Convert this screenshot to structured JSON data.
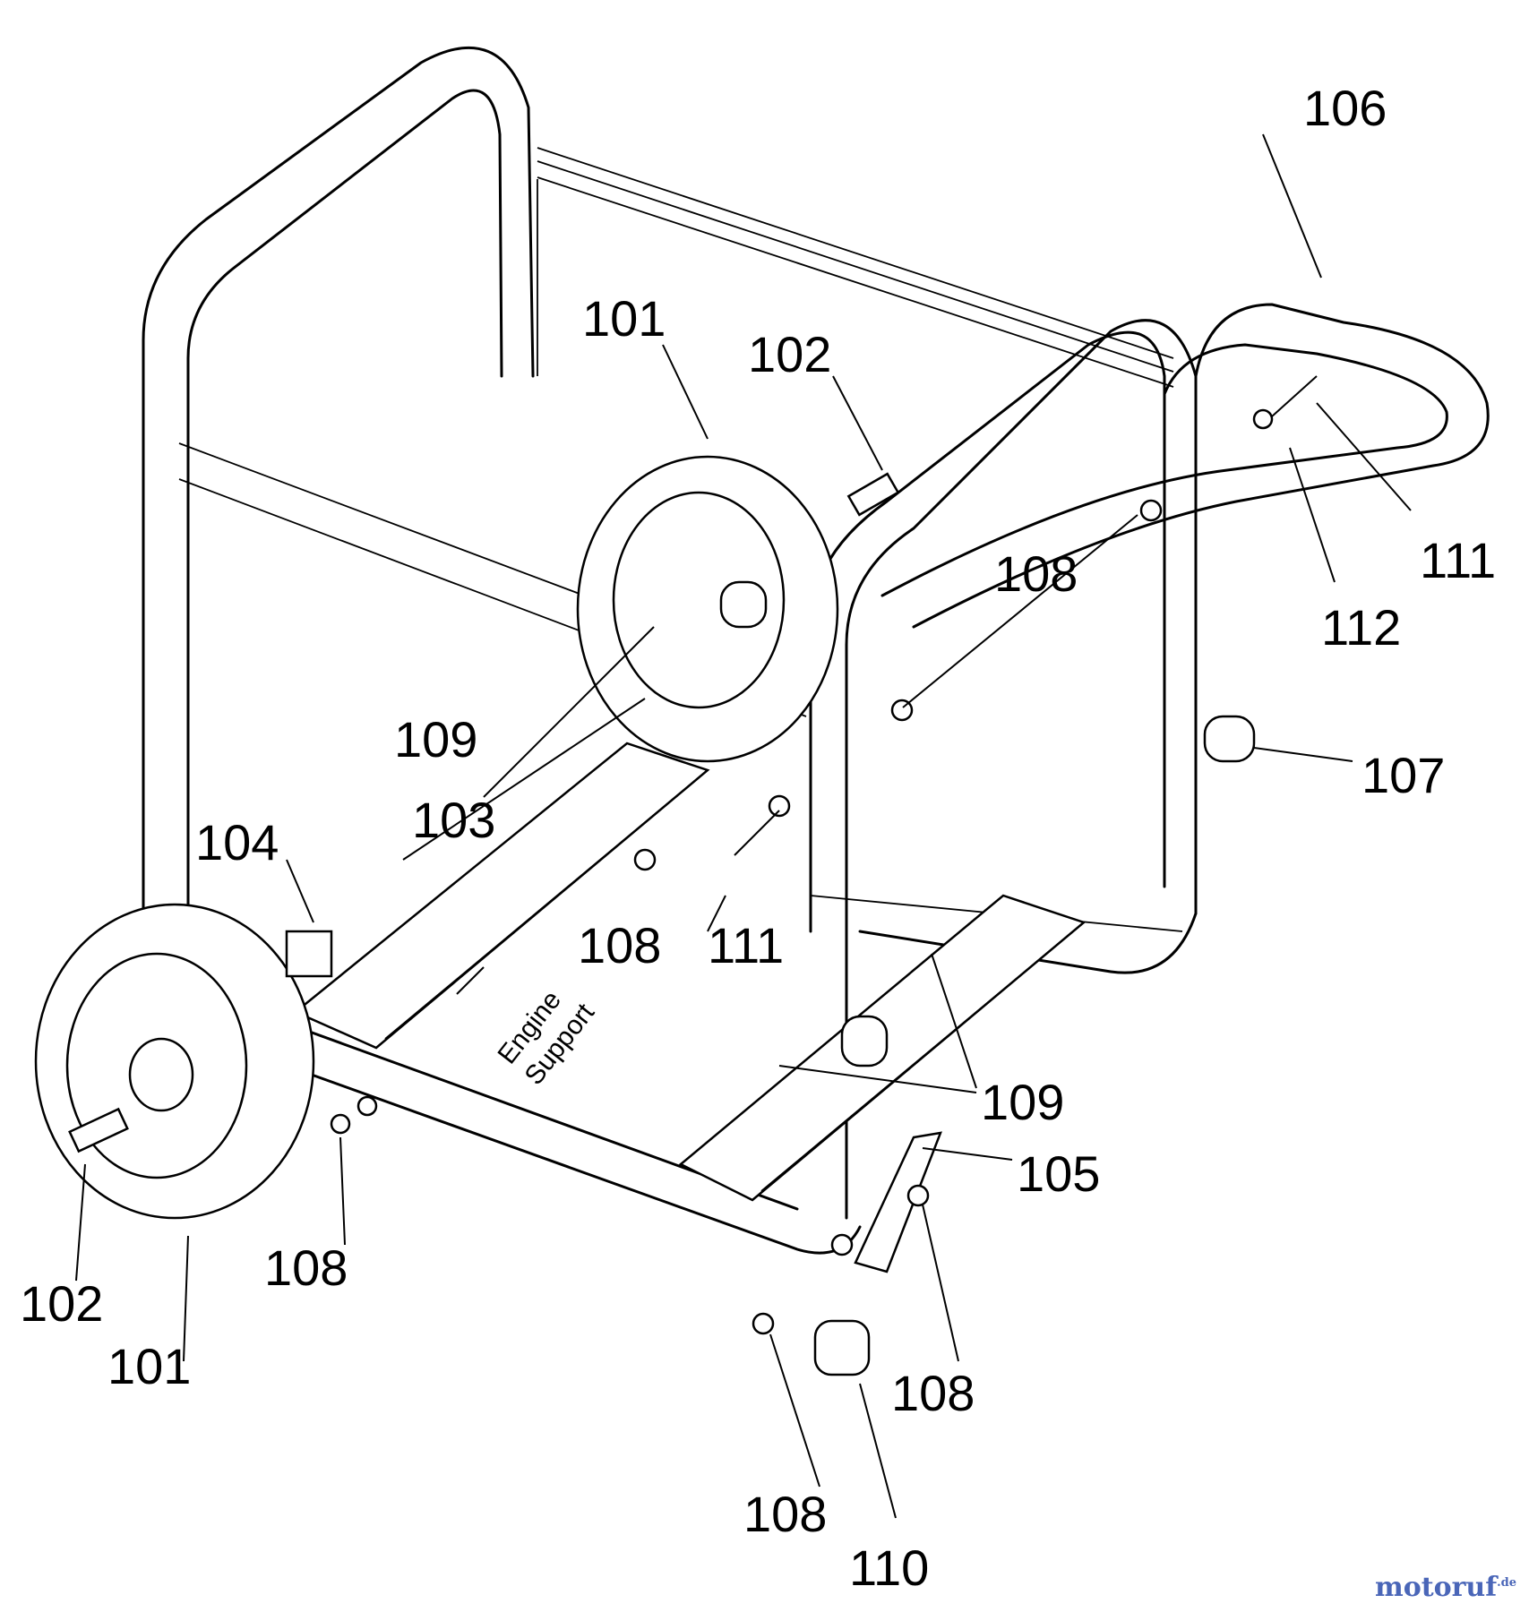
{
  "callouts": [
    {
      "id": "c106",
      "text": "106"
    },
    {
      "id": "c101a",
      "text": "101"
    },
    {
      "id": "c102a",
      "text": "102"
    },
    {
      "id": "c108a",
      "text": "108"
    },
    {
      "id": "c111a",
      "text": "111"
    },
    {
      "id": "c112",
      "text": "112"
    },
    {
      "id": "c107",
      "text": "107"
    },
    {
      "id": "c109a",
      "text": "109"
    },
    {
      "id": "c103",
      "text": "103"
    },
    {
      "id": "c104",
      "text": "104"
    },
    {
      "id": "c108b",
      "text": "108"
    },
    {
      "id": "c111b",
      "text": "111"
    },
    {
      "id": "c109b",
      "text": "109"
    },
    {
      "id": "c105",
      "text": "105"
    },
    {
      "id": "c102b",
      "text": "102"
    },
    {
      "id": "c101b",
      "text": "101"
    },
    {
      "id": "c108c",
      "text": "108"
    },
    {
      "id": "c108d",
      "text": "108"
    },
    {
      "id": "c108e",
      "text": "108"
    },
    {
      "id": "c110",
      "text": "110"
    }
  ],
  "engine_support_label": {
    "line1": "Engine",
    "line2": "Support"
  },
  "watermark": {
    "name": "motoruf",
    "tld": ".de"
  }
}
